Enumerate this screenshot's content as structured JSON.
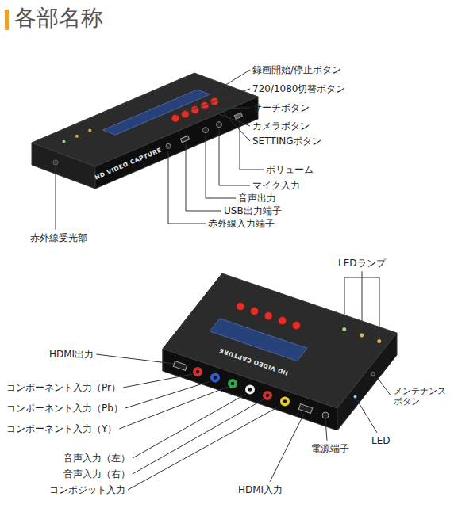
{
  "diagram": {
    "title": "各部名称",
    "labels": [
      "録画開始/停止ボタン",
      "720/1080切替ボタン",
      "サーチボタン",
      "カメラボタン",
      "SETTINGボタン",
      "ボリューム",
      "マイク入力",
      "音声出力",
      "USB出力端子",
      "赤外線入力端子",
      "赤外線受光部",
      "HD VIDEO CAPTURE",
      "LEDランプ",
      "HDMI出力",
      "コンポーネント入力（Pr）",
      "コンポーネント入力（Pb）",
      "コンポーネント入力（Y）",
      "メンテナンスボタン",
      "音声入力（左）",
      "音声入力（右）",
      "LED",
      "電源端子",
      "HDMI入力",
      "コンポジット入力",
      "HD VIDEO CAPTURE"
    ]
  }
}
